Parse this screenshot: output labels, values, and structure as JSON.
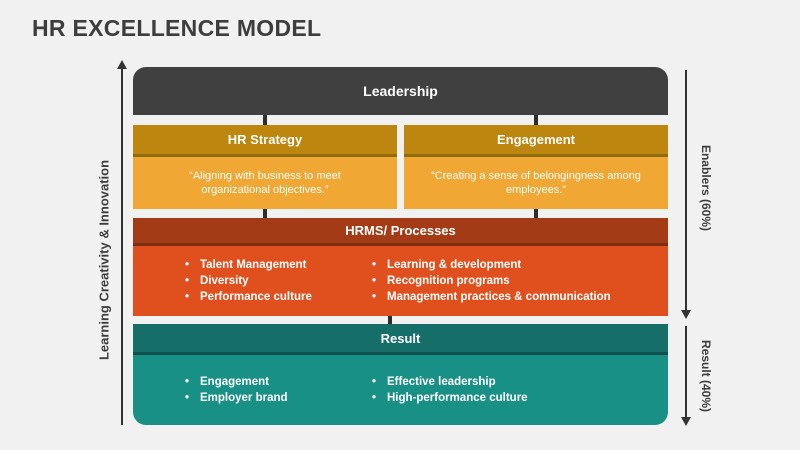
{
  "slide": {
    "title": "HR EXCELLENCE MODEL"
  },
  "left_axis": {
    "label": "Learning Creativity & Innovation"
  },
  "right_axis": {
    "enablers": "Enablers (60%)",
    "result": "Result (40%)"
  },
  "leadership": {
    "title": "Leadership"
  },
  "enablers": [
    {
      "title": "HR Strategy",
      "quote": "“Aligning with business to meet organizational objectives.”"
    },
    {
      "title": "Engagement",
      "quote": "“Creating a sense of belongingness among employees.”"
    }
  ],
  "hrms": {
    "title": "HRMS/ Processes",
    "bullets_left": [
      "Talent Management",
      "Diversity",
      "Performance culture"
    ],
    "bullets_right": [
      "Learning & development",
      "Recognition programs",
      "Management practices & communication"
    ]
  },
  "result": {
    "title": "Result",
    "bullets_left": [
      "Engagement",
      "Employer brand"
    ],
    "bullets_right": [
      "Effective leadership",
      "High-performance culture"
    ]
  },
  "colors": {
    "background": "#f1f1f1",
    "title_text": "#3d3d3d",
    "leadership_fill": "#404040",
    "gold_header": "#bd860e",
    "gold_body": "#f0a733",
    "rust_header": "#a33c16",
    "rust_body": "#e0501f",
    "teal_header": "#156e67",
    "teal_body": "#189086",
    "arrow": "#333333",
    "text_on_fill": "#ffffff"
  }
}
